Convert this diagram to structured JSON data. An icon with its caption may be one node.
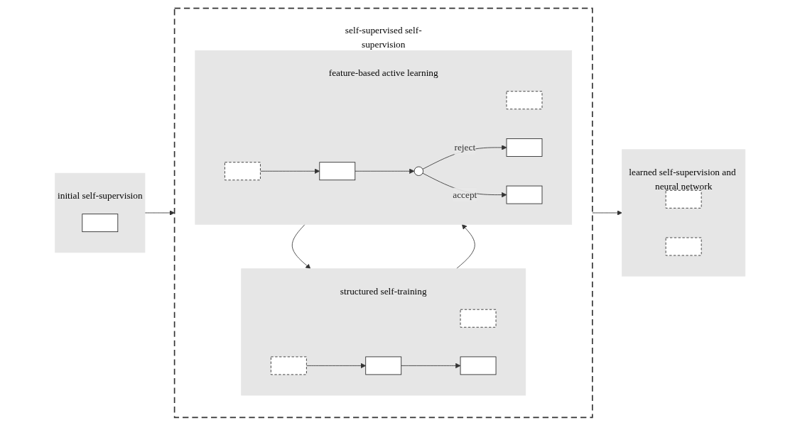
{
  "diagram": {
    "nodes": [
      {
        "text": [
          "initial self-supervision"
        ]
      },
      {
        "text": [],
        "shape": "box",
        "in": 0
      },
      {
        "text": [
          "self-supervised self-supervision"
        ]
      },
      {
        "text": [
          "structured self-training"
        ],
        "in": 2
      },
      {
        "text": [],
        "shape": "box",
        "in": 3
      },
      {
        "text": [],
        "shape": "box",
        "in": 3
      },
      {
        "text": [],
        "shape": "box",
        "in": 3
      },
      {
        "text": [],
        "shape": "box",
        "in": 3
      },
      {
        "text": [
          "feature-based active learning"
        ],
        "in": 2
      },
      {
        "text": [],
        "shape": "box",
        "in": 8
      },
      {
        "text": [],
        "shape": "box",
        "in": 8
      },
      {
        "text": [],
        "shape": "box",
        "in": 8
      },
      {
        "text": [],
        "shape": "circle",
        "in": 8
      },
      {
        "text": [],
        "shape": "box",
        "in": 8
      },
      {
        "text": [],
        "shape": "box",
        "in": 8
      },
      {
        "text": [
          "learned self-supervision and neural network"
        ]
      },
      {
        "text": [],
        "shape": "box",
        "in": 15
      },
      {
        "text": [],
        "shape": "box",
        "in": 15
      }
    ],
    "edges": [
      {
        "from": 0,
        "to": 2,
        "arrow": "to"
      },
      {
        "from": 5,
        "to": 6,
        "arrow": "to"
      },
      {
        "from": 6,
        "to": 7,
        "arrow": "to"
      },
      {
        "from": 3,
        "to": 8,
        "arrow": "to"
      },
      {
        "from": 8,
        "to": 3,
        "arrow": "to"
      },
      {
        "from": 10,
        "to": 11,
        "arrow": "to"
      },
      {
        "from": 11,
        "to": 12,
        "arrow": "to"
      },
      {
        "from": 12,
        "to": 13,
        "label": "reject",
        "arrow": "to"
      },
      {
        "from": 12,
        "to": 14,
        "label": "accept",
        "arrow": "to"
      },
      {
        "from": 2,
        "to": 15,
        "arrow": "to"
      }
    ]
  }
}
